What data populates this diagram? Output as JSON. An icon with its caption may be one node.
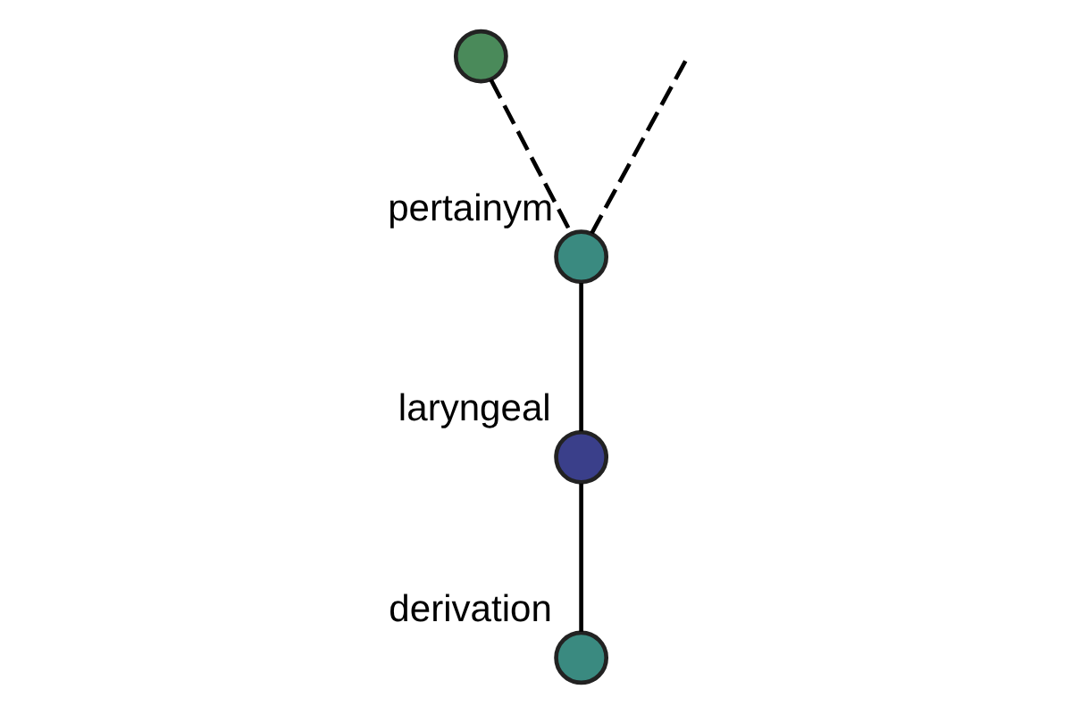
{
  "diagram": {
    "nodes": [
      {
        "text": [],
        "shape": "circle"
      },
      {
        "text": [
          "pertainym"
        ]
      },
      {
        "text": [
          "laryngeal"
        ]
      },
      {
        "text": [
          "derivation"
        ]
      }
    ],
    "edges": [
      {
        "from": null,
        "to": 1,
        "arrow": "none",
        "style": "dashed"
      },
      {
        "from": 0,
        "to": 1,
        "arrow": "none",
        "style": "dashed"
      },
      {
        "from": 1,
        "to": 2,
        "arrow": "none"
      },
      {
        "from": 2,
        "to": 3,
        "arrow": "none"
      }
    ]
  }
}
